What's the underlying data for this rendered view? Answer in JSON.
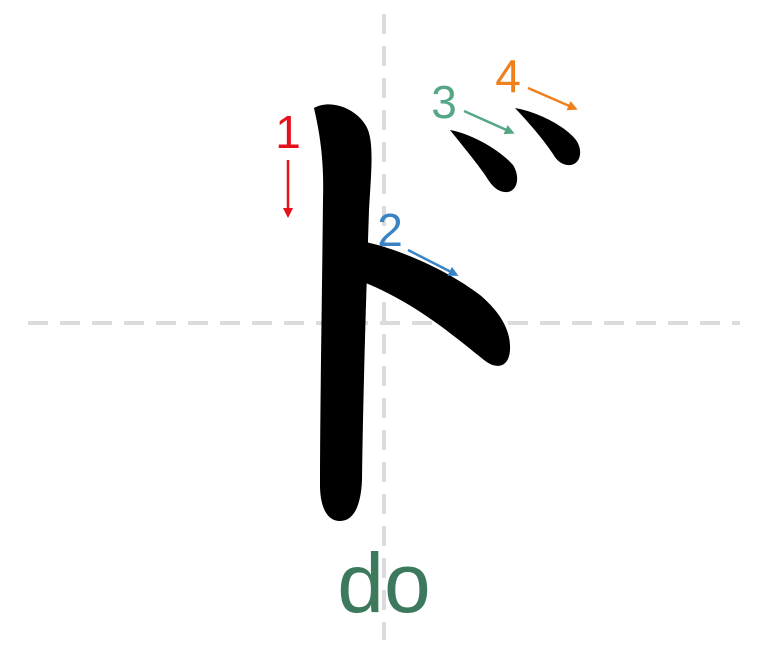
{
  "character": {
    "glyph": "ド",
    "romaji": "do",
    "romaji_color": "#3d7a5d",
    "glyph_color": "#000000",
    "guide_color": "#d9dcdb"
  },
  "strokes": [
    {
      "number": "1",
      "color": "#e6111b"
    },
    {
      "number": "2",
      "color": "#3a84c5"
    },
    {
      "number": "3",
      "color": "#55a786"
    },
    {
      "number": "4",
      "color": "#f07f1e"
    }
  ]
}
